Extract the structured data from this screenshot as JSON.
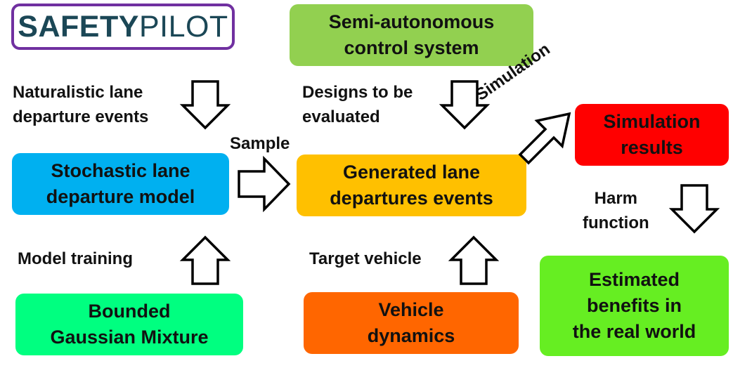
{
  "logo": {
    "text_bold": "SAFETY",
    "text_regular": "PILOT",
    "border_color": "#7030a0",
    "text_color": "#1b4756"
  },
  "boxes": {
    "semi_autonomous": {
      "text": "Semi-autonomous\ncontrol system",
      "color": "#92d050"
    },
    "stochastic_model": {
      "text": "Stochastic lane\ndeparture model",
      "color": "#00b0f0"
    },
    "generated_events": {
      "text": "Generated lane\ndepartures events",
      "color": "#ffc000"
    },
    "simulation_results": {
      "text": "Simulation\nresults",
      "color": "#ff0000"
    },
    "bounded_gaussian": {
      "text": "Bounded\nGaussian Mixture",
      "color": "#00ff80"
    },
    "vehicle_dynamics": {
      "text": "Vehicle\ndynamics",
      "color": "#ff6600"
    },
    "estimated_benefits": {
      "text": "Estimated\nbenefits in\nthe real world",
      "color": "#66ee22"
    }
  },
  "labels": {
    "naturalistic": "Naturalistic lane\ndeparture events",
    "designs": "Designs to be\nevaluated",
    "sample": "Sample",
    "simulation": "Simulation",
    "harm_function": "Harm\nfunction",
    "model_training": "Model training",
    "target_vehicle": "Target vehicle"
  },
  "arrow_icons": [
    "down-arrow-icon",
    "right-arrow-icon",
    "up-arrow-icon",
    "diagonal-arrow-icon"
  ]
}
